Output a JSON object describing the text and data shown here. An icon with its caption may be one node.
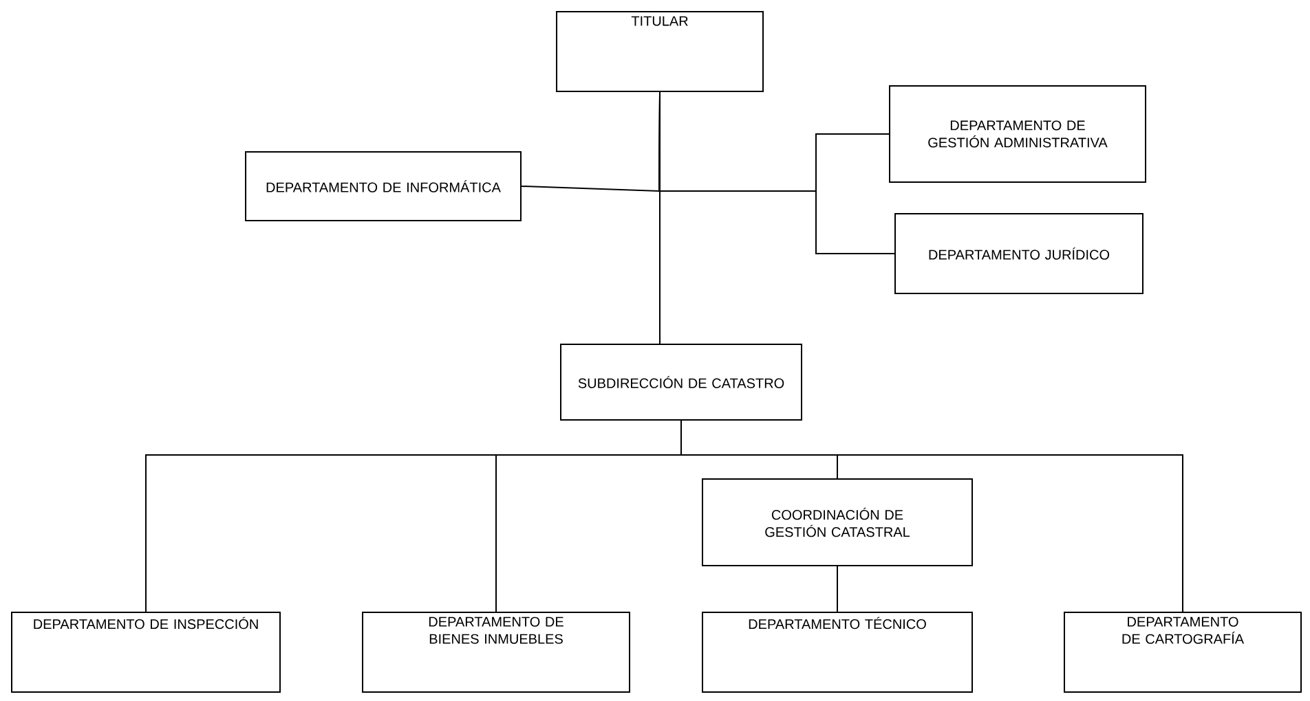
{
  "diagram": {
    "nodes": [
      {
        "text": [
          "TITULAR"
        ]
      },
      {
        "text": [
          "DEPARTAMENTO DE INFORMÁTICA"
        ]
      },
      {
        "text": [
          "DEPARTAMENTO DE GESTIÓN ADMINISTRATIVA"
        ]
      },
      {
        "text": [
          "DEPARTAMENTO JURÍDICO"
        ]
      },
      {
        "text": [
          "SUBDIRECCIÓN DE CATASTRO"
        ]
      },
      {
        "text": [
          "COORDINACIÓN DE GESTIÓN CATASTRAL"
        ]
      },
      {
        "text": [
          "DEPARTAMENTO DE INSPECCIÓN"
        ]
      },
      {
        "text": [
          "DEPARTAMENTO DE BIENES INMUEBLES"
        ]
      },
      {
        "text": [
          "DEPARTAMENTO TÉCNICO"
        ]
      },
      {
        "text": [
          "DEPARTAMENTO DE CARTOGRAFÍA"
        ]
      }
    ],
    "edges": [
      {
        "from": 0,
        "to": 1,
        "arrow": "none"
      },
      {
        "from": 0,
        "to": 2,
        "arrow": "none"
      },
      {
        "from": 0,
        "to": 3,
        "arrow": "none"
      },
      {
        "from": 0,
        "to": 4,
        "arrow": "none"
      },
      {
        "from": 4,
        "to": 6,
        "arrow": "none"
      },
      {
        "from": 4,
        "to": 7,
        "arrow": "none"
      },
      {
        "from": 4,
        "to": 5,
        "arrow": "none"
      },
      {
        "from": 4,
        "to": 9,
        "arrow": "none"
      },
      {
        "from": 5,
        "to": 8,
        "arrow": "none"
      }
    ]
  }
}
